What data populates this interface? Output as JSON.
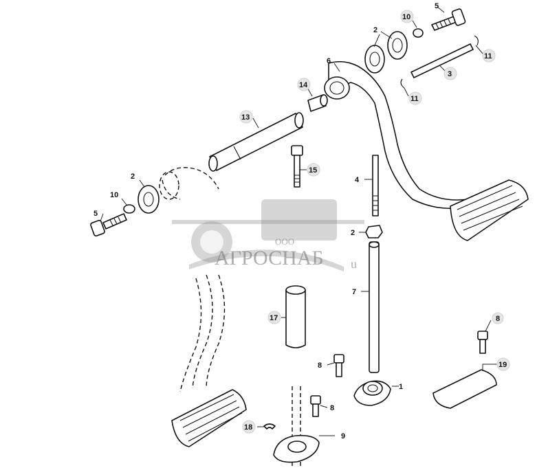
{
  "watermark": {
    "company_prefix": "ООО",
    "company_name": "АГРОСНАБ",
    "extra_char": "u"
  },
  "callouts": [
    {
      "id": "c-5-top",
      "text": "5"
    },
    {
      "id": "c-10-top",
      "text": "10"
    },
    {
      "id": "c-2-top",
      "text": "2"
    },
    {
      "id": "c-11-a",
      "text": "11"
    },
    {
      "id": "c-6",
      "text": "6"
    },
    {
      "id": "c-3",
      "text": "3"
    },
    {
      "id": "c-11-b",
      "text": "11"
    },
    {
      "id": "c-14",
      "text": "14"
    },
    {
      "id": "c-13",
      "text": "13"
    },
    {
      "id": "c-15",
      "text": "15"
    },
    {
      "id": "c-4",
      "text": "4"
    },
    {
      "id": "c-2-left",
      "text": "2"
    },
    {
      "id": "c-10-left",
      "text": "10"
    },
    {
      "id": "c-5-left",
      "text": "5"
    },
    {
      "id": "c-2-mid",
      "text": "2"
    },
    {
      "id": "c-7",
      "text": "7"
    },
    {
      "id": "c-17",
      "text": "17"
    },
    {
      "id": "c-8-right",
      "text": "8"
    },
    {
      "id": "c-19",
      "text": "19"
    },
    {
      "id": "c-8-mid",
      "text": "8"
    },
    {
      "id": "c-1",
      "text": "1"
    },
    {
      "id": "c-8-low",
      "text": "8"
    },
    {
      "id": "c-18",
      "text": "18"
    },
    {
      "id": "c-9",
      "text": "9"
    }
  ]
}
